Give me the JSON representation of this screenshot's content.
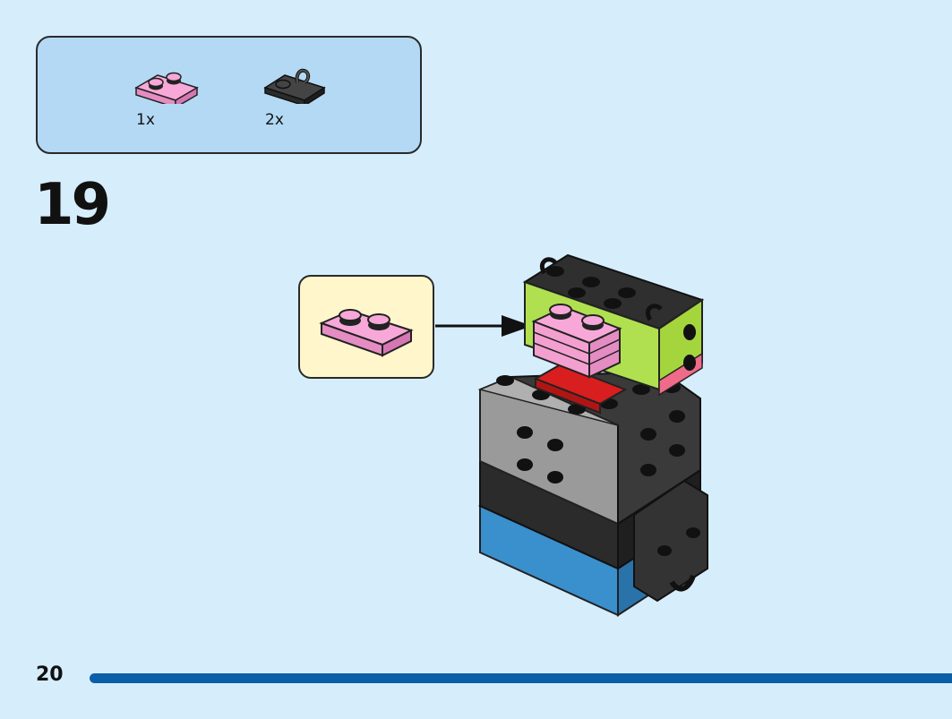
{
  "parts_list": {
    "items": [
      {
        "icon": "pink-plate-1x2-icon",
        "qty": "1x",
        "color": "#f7a8d8"
      },
      {
        "icon": "black-plate-clip-icon",
        "qty": "2x",
        "color": "#2b2b2b"
      }
    ]
  },
  "step": {
    "number": "19"
  },
  "callout": {
    "icon": "pink-plate-1x2-icon",
    "color": "#f7a8d8"
  },
  "footer": {
    "page_number": "20",
    "bar_color": "#0a5fa8"
  }
}
